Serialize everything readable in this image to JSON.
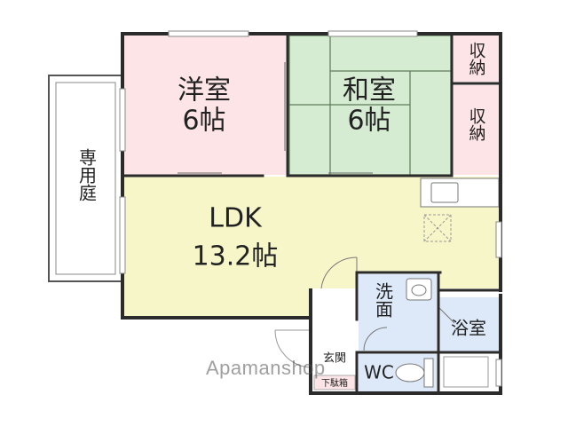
{
  "rooms": {
    "western": {
      "name": "洋室",
      "size": "6帖",
      "color": "#fde4e6"
    },
    "japanese": {
      "name": "和室",
      "size": "6帖",
      "color": "#d6ecd2"
    },
    "storage_top": {
      "name": "収納",
      "color": "#fde4e6"
    },
    "storage_bottom": {
      "name": "収納",
      "color": "#fde4e6"
    },
    "garden": {
      "name": "専用庭"
    },
    "ldk": {
      "name": "LDK",
      "size": "13.2帖",
      "color": "#f7f6c9"
    },
    "washroom": {
      "name": "洗面",
      "color": "#dde8f8"
    },
    "bath": {
      "name": "浴室",
      "color": "#dde8f8"
    },
    "entrance": {
      "name": "玄関",
      "sub": "下駄箱",
      "color": "#fde4e6"
    },
    "wc": {
      "name": "WC",
      "color": "#dde8f8"
    }
  },
  "watermark": "Apamanshop"
}
